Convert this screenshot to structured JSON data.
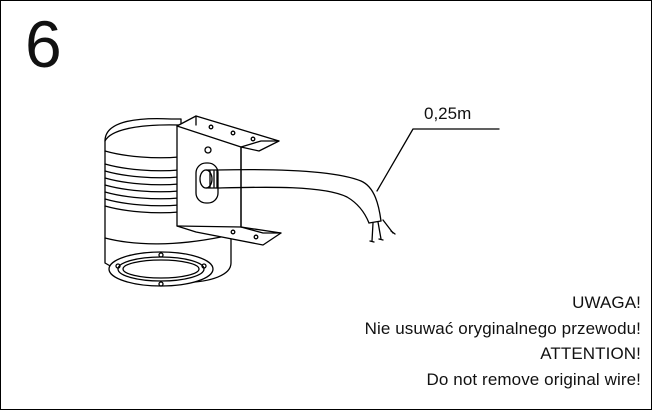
{
  "figure": {
    "step_number": "6",
    "wire_length_label": "0,25m"
  },
  "notice": {
    "heading_pl": "UWAGA!",
    "text_pl": "Nie usuwać oryginalnego przewodu!",
    "heading_en": "ATTENTION!",
    "text_en": "Do not remove original wire!"
  }
}
